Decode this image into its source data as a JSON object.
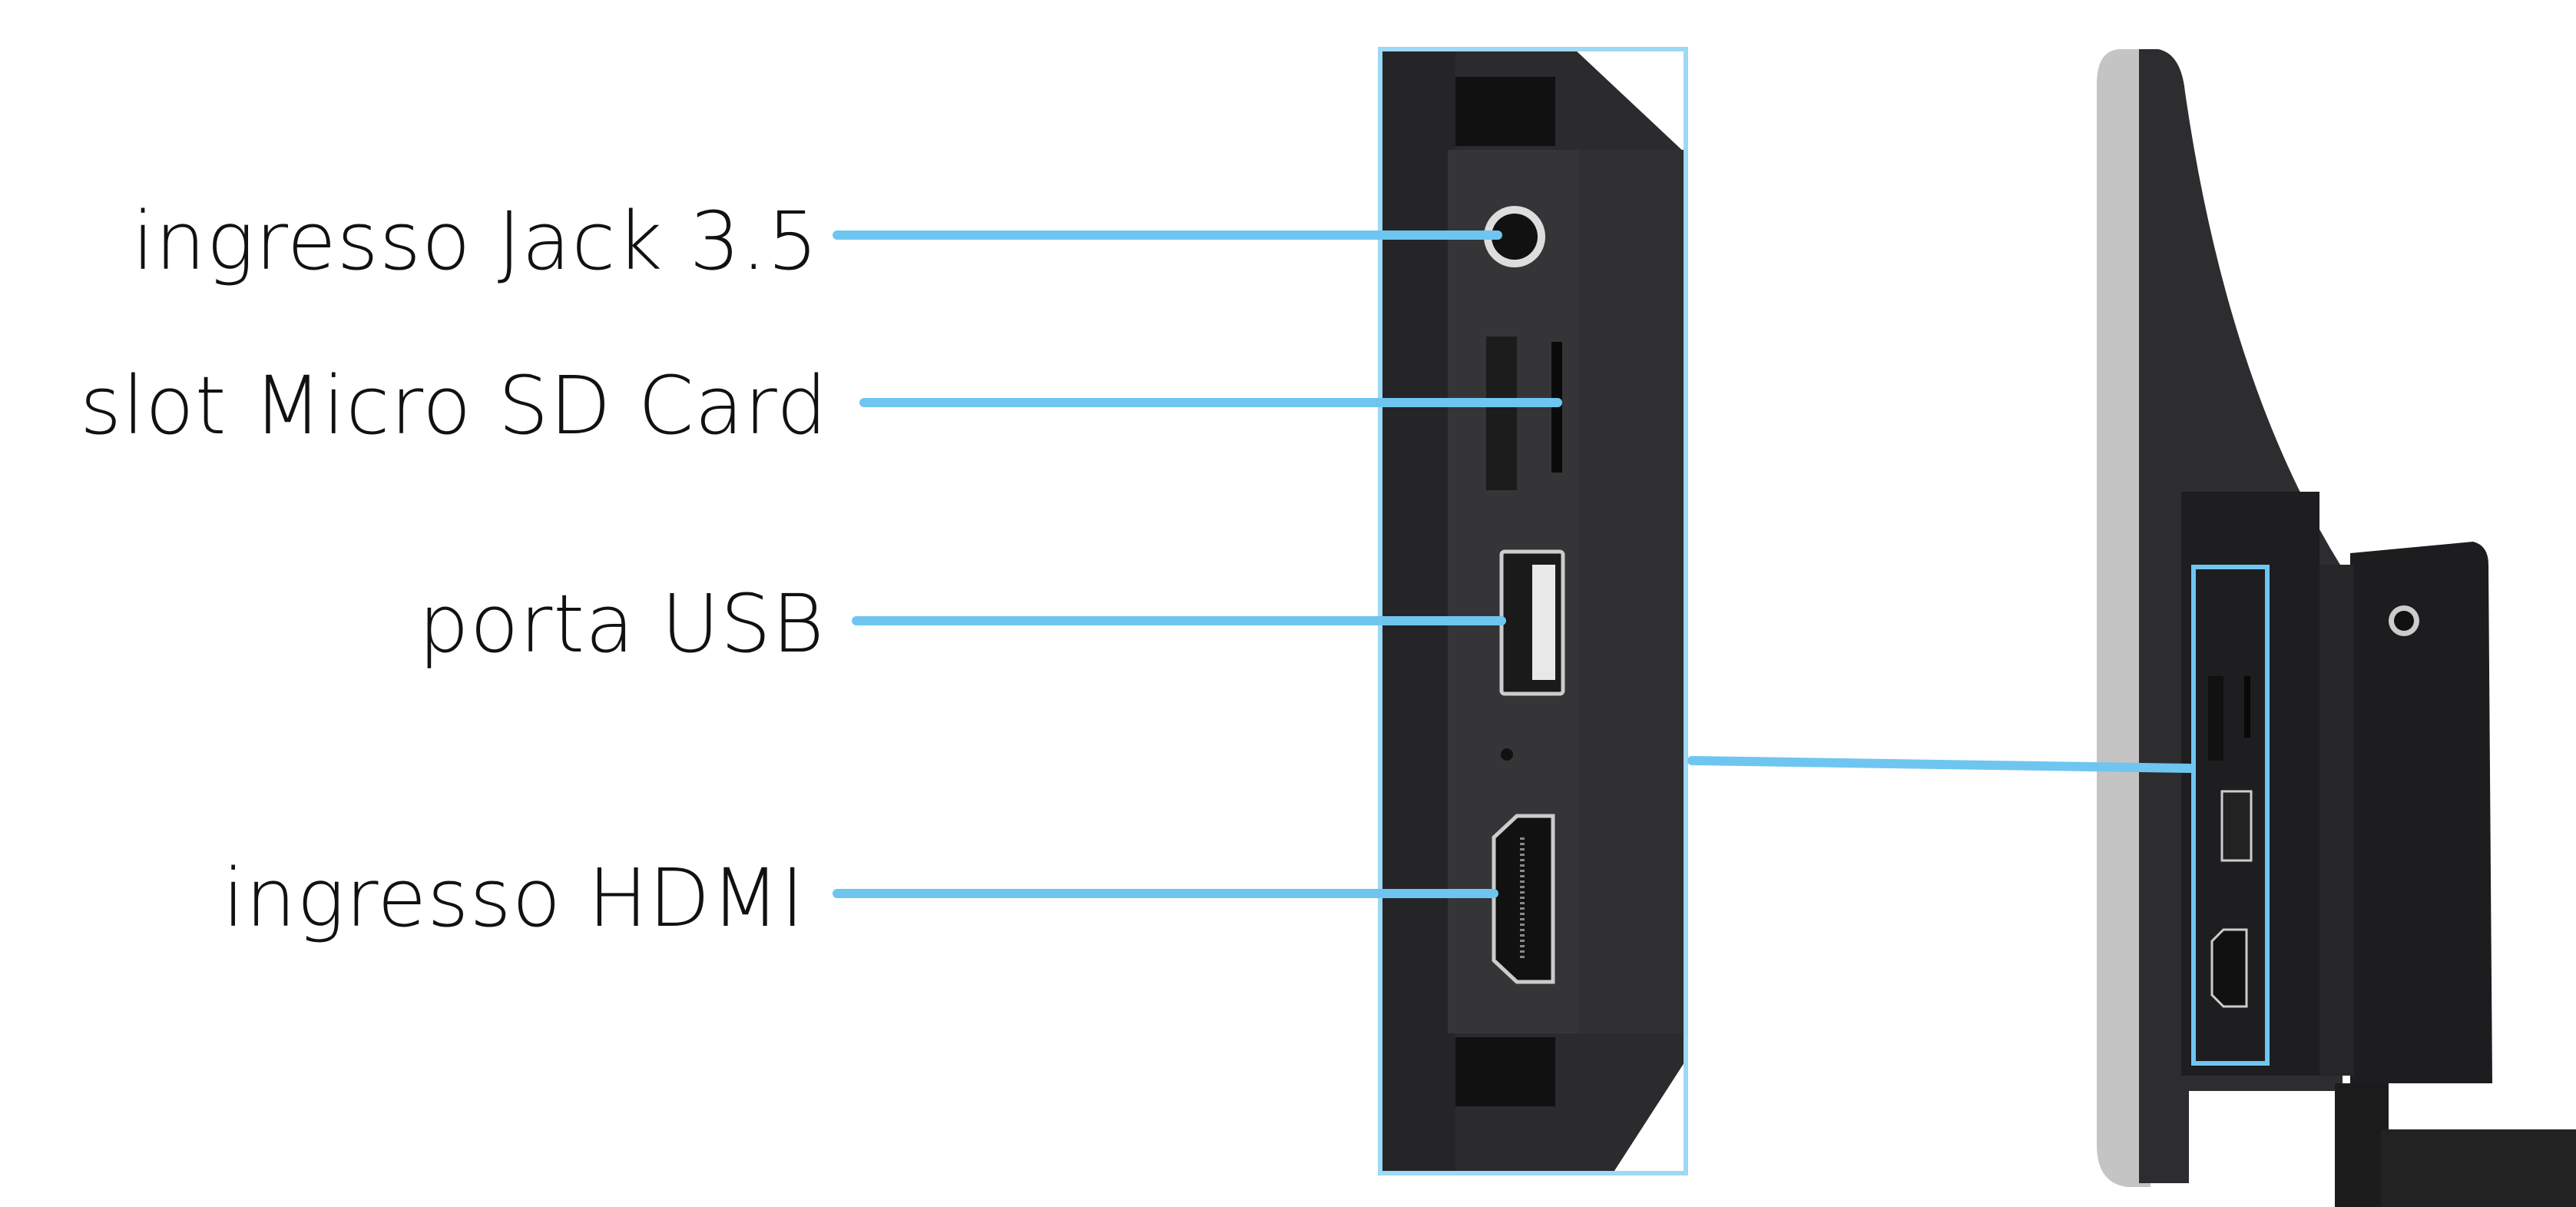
{
  "labels": {
    "jack": "ingresso Jack 3.5",
    "sd": "slot Micro SD Card",
    "usb": "porta USB",
    "hdmi": "ingresso HDMI"
  },
  "colors": {
    "callout": "#6ec6f0",
    "device": "#2e2e30",
    "bezel": "#c8c8c8"
  }
}
